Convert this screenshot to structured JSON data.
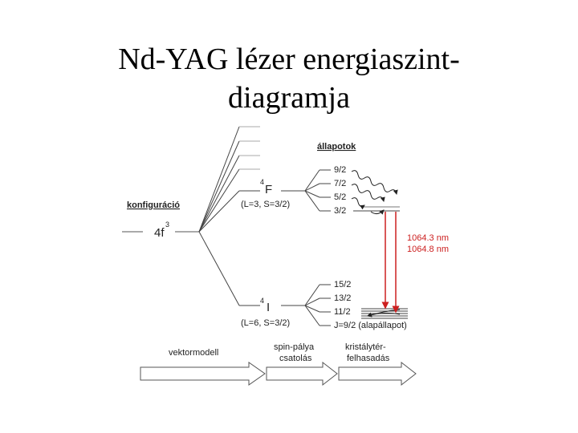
{
  "title": {
    "line1": "Nd-YAG lézer energiaszint-",
    "line2": "diagramja"
  },
  "labels": {
    "allapotok": "állapotok",
    "konfiguracio": "konfiguráció",
    "config_base": "4f",
    "config_sup": "3",
    "F_sup": "4",
    "F_term": "F",
    "F_qn": "(L=3, S=3/2)",
    "I_sup": "4",
    "I_term": "I",
    "I_qn": "(L=6, S=3/2)",
    "laser_1": "1064.3 nm",
    "laser_2": "1064.8 nm",
    "vektormodell": "vektormodell",
    "spin_palya_1": "spin-pálya",
    "spin_palya_2": "csatolás",
    "kristaly_1": "kristálytér-",
    "kristaly_2": "felhasadás"
  },
  "F_states": [
    "9/2",
    "7/2",
    "5/2",
    "3/2"
  ],
  "I_states": [
    "15/2",
    "13/2",
    "11/2",
    "J=9/2 (alapállapot)"
  ],
  "colors": {
    "laser": "#cc1f1f",
    "line": "#333333",
    "arrow": "#555555"
  }
}
